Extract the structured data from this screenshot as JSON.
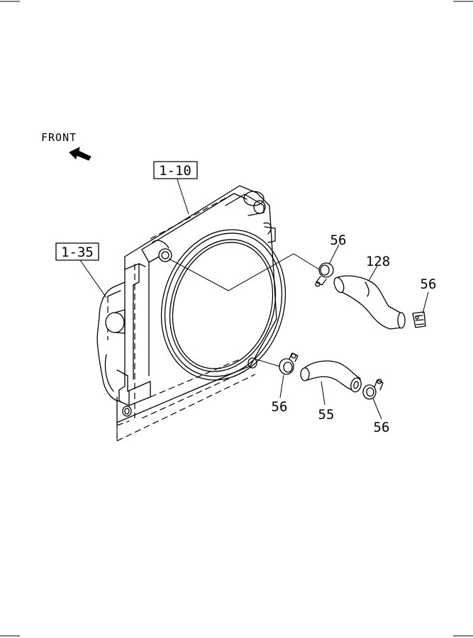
{
  "front_label": "FRONT",
  "callouts": {
    "radiator_ref": "1-10",
    "bracket_ref": "1-35",
    "clamp_top": "56",
    "upper_hose": "128",
    "clamp_right": "56",
    "clamp_lower_left": "56",
    "lower_hose": "55",
    "clamp_lower_right": "56"
  }
}
